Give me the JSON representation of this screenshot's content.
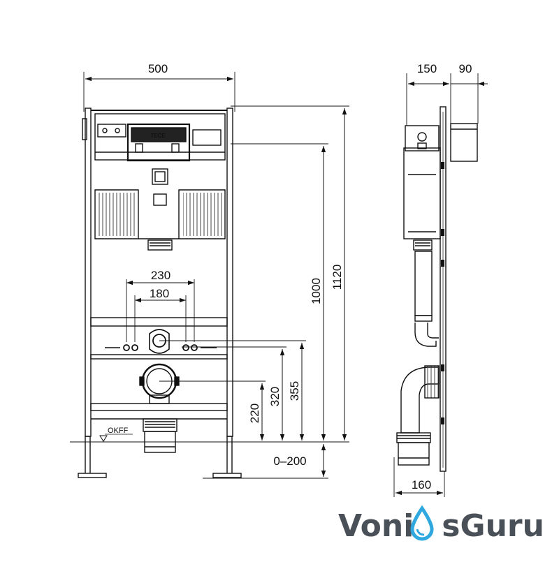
{
  "dimensions": {
    "width_500": "500",
    "depth_150": "150",
    "depth_90": "90",
    "spacing_230": "230",
    "spacing_180": "180",
    "height_1000": "1000",
    "height_1120": "1120",
    "height_220": "220",
    "height_320": "320",
    "height_355": "355",
    "adjust_0_200": "0–200",
    "depth_160": "160"
  },
  "labels": {
    "floor_level": "OKFF"
  },
  "logo": {
    "part1": "Voni",
    "part2": "s",
    "part3": "Guru",
    "icon": "water-drop-icon",
    "color_dark": "#4a5058",
    "color_accent": "#2ea8df"
  }
}
